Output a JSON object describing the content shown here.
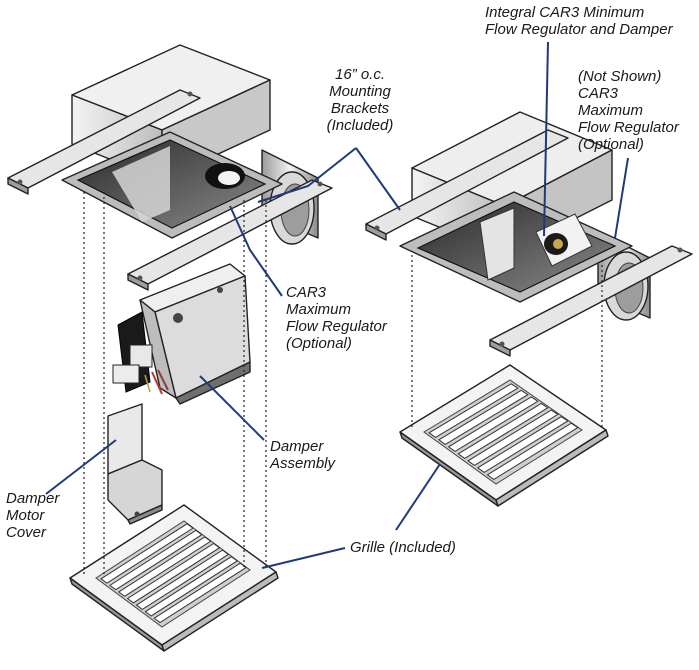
{
  "labels": {
    "integral": [
      "Integral CAR3 Minimum",
      "Flow Regulator and Damper"
    ],
    "not_shown": [
      "(Not Shown)",
      "CAR3",
      "Maximum",
      "Flow Regulator",
      "(Optional)"
    ],
    "brackets": [
      "16” o.c.",
      "Mounting",
      "Brackets",
      "(Included)"
    ],
    "car3": [
      "CAR3",
      "Maximum",
      "Flow Regulator",
      "(Optional)"
    ],
    "damper_assembly": [
      "Damper",
      "Assembly"
    ],
    "damper_motor_cover": [
      "Damper",
      "Motor",
      "Cover"
    ],
    "grille": "Grille (Included)"
  },
  "colors": {
    "leader": "#1f3a7a",
    "outline": "#222222",
    "metal_light": "#ededed",
    "metal_mid": "#cfcfcf",
    "metal_dark": "#7d7d7d",
    "interior": "#3c3c3c"
  }
}
